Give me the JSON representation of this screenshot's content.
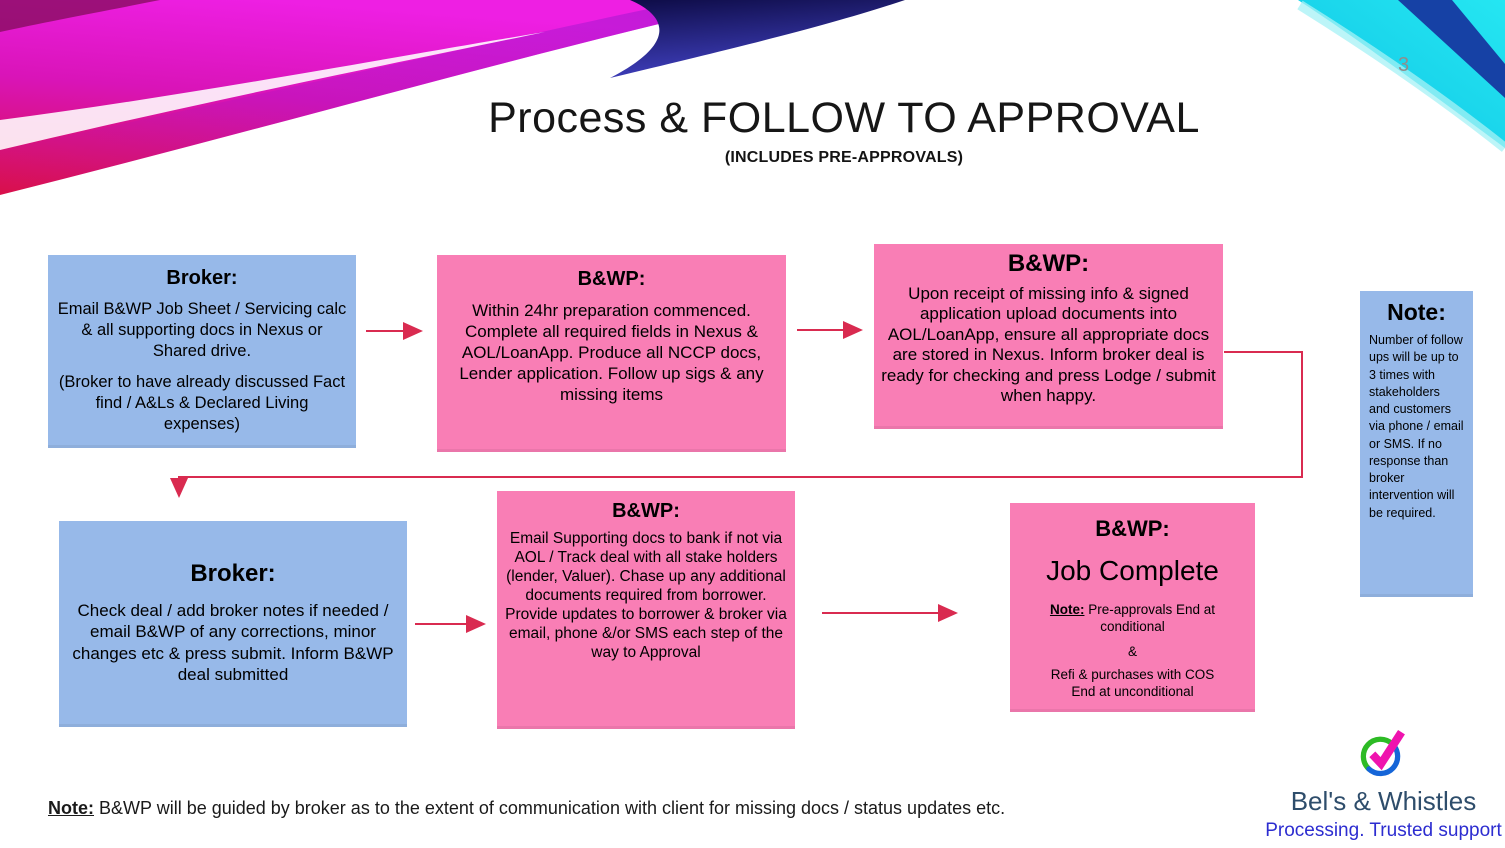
{
  "page_number": "3",
  "header": {
    "title": "Process & FOLLOW TO APPROVAL",
    "subtitle": "(INCLUDES PRE-APPROVALS)"
  },
  "flow": {
    "broker1": {
      "heading": "Broker:",
      "para1": "Email B&WP Job Sheet / Servicing calc & all supporting docs in Nexus or Shared drive.",
      "para2": "(Broker to have already discussed Fact find  / A&Ls & Declared Living expenses)"
    },
    "bwp1": {
      "heading": "B&WP:",
      "body": "Within 24hr preparation commenced. Complete all required fields in Nexus & AOL/LoanApp. Produce all NCCP docs, Lender application. Follow up sigs & any missing items"
    },
    "bwp2": {
      "heading": "B&WP:",
      "body": "Upon receipt of missing info & signed application upload documents into AOL/LoanApp, ensure all appropriate docs are stored in Nexus.  Inform broker deal is ready for checking and press Lodge / submit when happy."
    },
    "broker2": {
      "heading": "Broker:",
      "body": "Check deal / add broker notes if needed / email B&WP of any corrections, minor changes etc & press submit. Inform B&WP deal submitted"
    },
    "bwp3": {
      "heading": "B&WP:",
      "body": "Email Supporting docs to bank if not via AOL / Track deal with all stake holders (lender, Valuer). Chase up any additional documents required from  borrower. Provide updates to borrower & broker via email, phone &/or SMS each step of the way to Approval"
    },
    "job_complete": {
      "heading": "B&WP:",
      "title": "Job Complete",
      "note_label": "Note:",
      "note_text": "Pre-approvals End at conditional",
      "connector": "&",
      "line2": "Refi & purchases with COS End at unconditional"
    }
  },
  "side_note": {
    "heading": "Note:",
    "body": "Number of follow ups will be up to 3 times with stakeholders and customers via phone / email or SMS. If no response than broker intervention will be required."
  },
  "footer_note": {
    "label": "Note:",
    "text": "B&WP will be guided by broker as to the extent of communication with client for missing docs / status updates etc."
  },
  "logo": {
    "icon": "checkmark-circle-icon",
    "name": "Bel's & Whistles",
    "tagline": "Processing. Trusted support"
  },
  "colors": {
    "blue_box": "#97b9e9",
    "pink_box": "#f97eb5",
    "arrow": "#d92b50",
    "swoosh_magenta": "#ee1fe3",
    "swoosh_crimson": "#d9104c",
    "swoosh_navy": "#141152",
    "swoosh_cyan": "#19d3ea",
    "logo_green": "#2dbb25",
    "logo_blue": "#1565d8",
    "logo_pink": "#ef13ae",
    "logo_name_color": "#2e4d6b",
    "logo_tagline_color": "#2d2dd0"
  }
}
